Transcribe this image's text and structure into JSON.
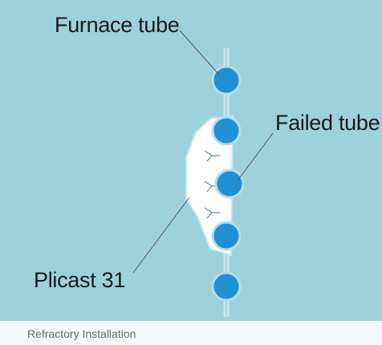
{
  "diagram": {
    "labels": {
      "furnace_tube": "Furnace tube",
      "failed_tube": "Failed tube",
      "plicast": "Plicast 31"
    },
    "caption": "Refractory Installation",
    "colors": {
      "background": "#9ed2da",
      "tube_fill": "#1f8fd6",
      "tube_outline": "#b8dde6",
      "refractory_fill": "#ffffff",
      "leader_line": "#555555",
      "text": "#1a1a1a",
      "caption_text": "#6d6d6d"
    }
  }
}
